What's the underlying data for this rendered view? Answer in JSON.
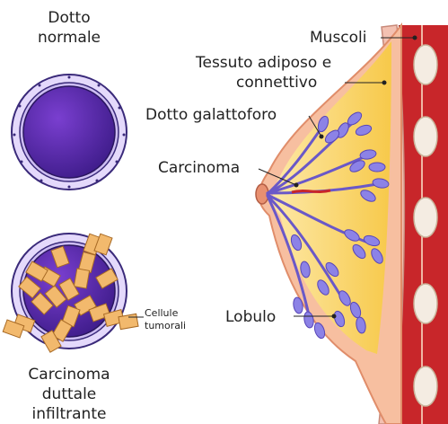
{
  "left_panel": {
    "normal_duct_line1": "Dotto",
    "normal_duct_line2": "normale",
    "carcinoma_line1": "Carcinoma",
    "carcinoma_line2": "duttale",
    "carcinoma_line3": "infiltrante",
    "tumor_cells_line1": "Cellule",
    "tumor_cells_line2": "tumorali"
  },
  "labels": {
    "muscles": "Muscoli",
    "adipose_line1": "Tessuto adiposo e",
    "adipose_line2": "connettivo",
    "milk_duct": "Dotto galattoforo",
    "carcinoma": "Carcinoma",
    "lobule": "Lobulo"
  },
  "colors": {
    "duct_purple": "#5a2fa0",
    "duct_wall": "#c9b7ee",
    "tumor_orange": "#f2b96d",
    "fat_yellow": "#fbd96a",
    "muscle_red": "#c8262a",
    "lobule_purple": "#8c82e6"
  }
}
